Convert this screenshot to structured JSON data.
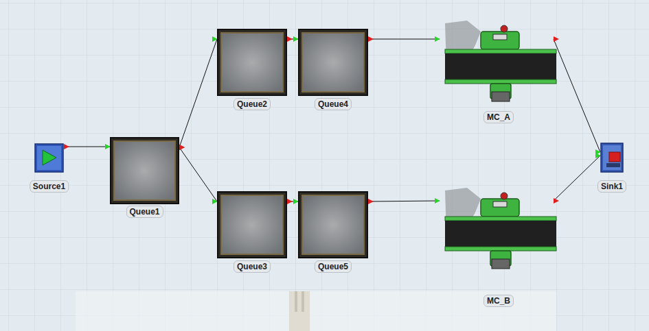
{
  "diagram": {
    "nodes": [
      {
        "text": [
          "Source1"
        ]
      },
      {
        "text": [
          "Queue1"
        ]
      },
      {
        "text": [
          "Queue2"
        ]
      },
      {
        "text": [
          "Queue4"
        ]
      },
      {
        "text": [
          "MC_A"
        ]
      },
      {
        "text": [
          "Queue3"
        ]
      },
      {
        "text": [
          "Queue5"
        ]
      },
      {
        "text": [
          "MC_B"
        ]
      },
      {
        "text": [
          "Sink1"
        ]
      }
    ],
    "edges": [
      {
        "from": 0,
        "to": 1,
        "arrow": "to"
      },
      {
        "from": 1,
        "to": 2,
        "arrow": "to"
      },
      {
        "from": 1,
        "to": 5,
        "arrow": "to"
      },
      {
        "from": 2,
        "to": 3,
        "arrow": "to"
      },
      {
        "from": 5,
        "to": 6,
        "arrow": "to"
      },
      {
        "from": 3,
        "to": 4,
        "arrow": "to"
      },
      {
        "from": 6,
        "to": 7,
        "arrow": "to"
      },
      {
        "from": 4,
        "to": 8,
        "arrow": "to"
      },
      {
        "from": 7,
        "to": 8,
        "arrow": "to"
      }
    ]
  }
}
